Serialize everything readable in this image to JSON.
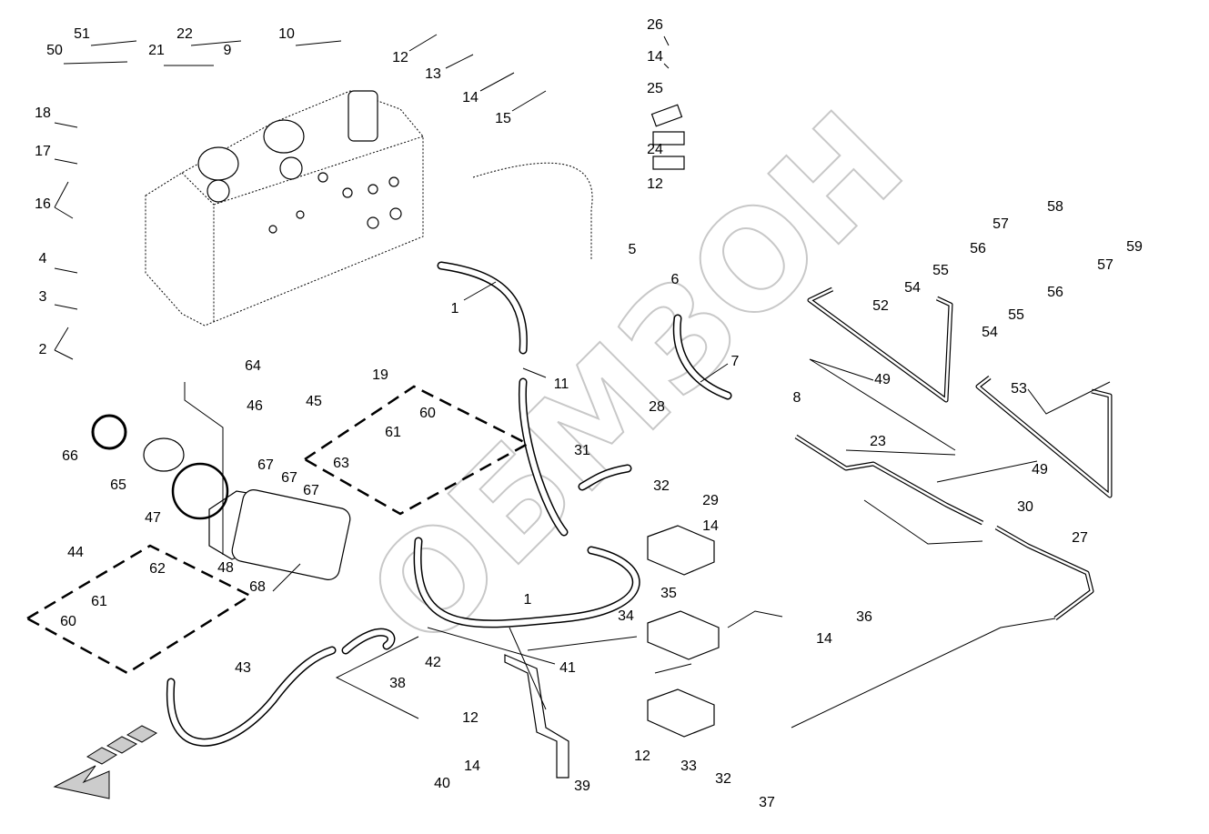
{
  "diagram": {
    "watermark": "ОБМЗОН",
    "callouts": [
      "51",
      "50",
      "22",
      "21",
      "9",
      "10",
      "12",
      "13",
      "14",
      "15",
      "26",
      "14",
      "25",
      "24",
      "12",
      "18",
      "17",
      "16",
      "4",
      "3",
      "2",
      "5",
      "6",
      "1",
      "7",
      "8",
      "11",
      "28",
      "58",
      "57",
      "56",
      "55",
      "54",
      "52",
      "57",
      "59",
      "56",
      "55",
      "54",
      "49",
      "53",
      "49",
      "64",
      "46",
      "45",
      "19",
      "60",
      "61",
      "63",
      "66",
      "65",
      "47",
      "67",
      "67",
      "67",
      "48",
      "44",
      "62",
      "61",
      "60",
      "68",
      "31",
      "23",
      "32",
      "29",
      "14",
      "30",
      "27",
      "35",
      "1",
      "34",
      "36",
      "14",
      "43",
      "42",
      "38",
      "41",
      "12",
      "12",
      "33",
      "32",
      "37",
      "14",
      "39",
      "40"
    ]
  }
}
